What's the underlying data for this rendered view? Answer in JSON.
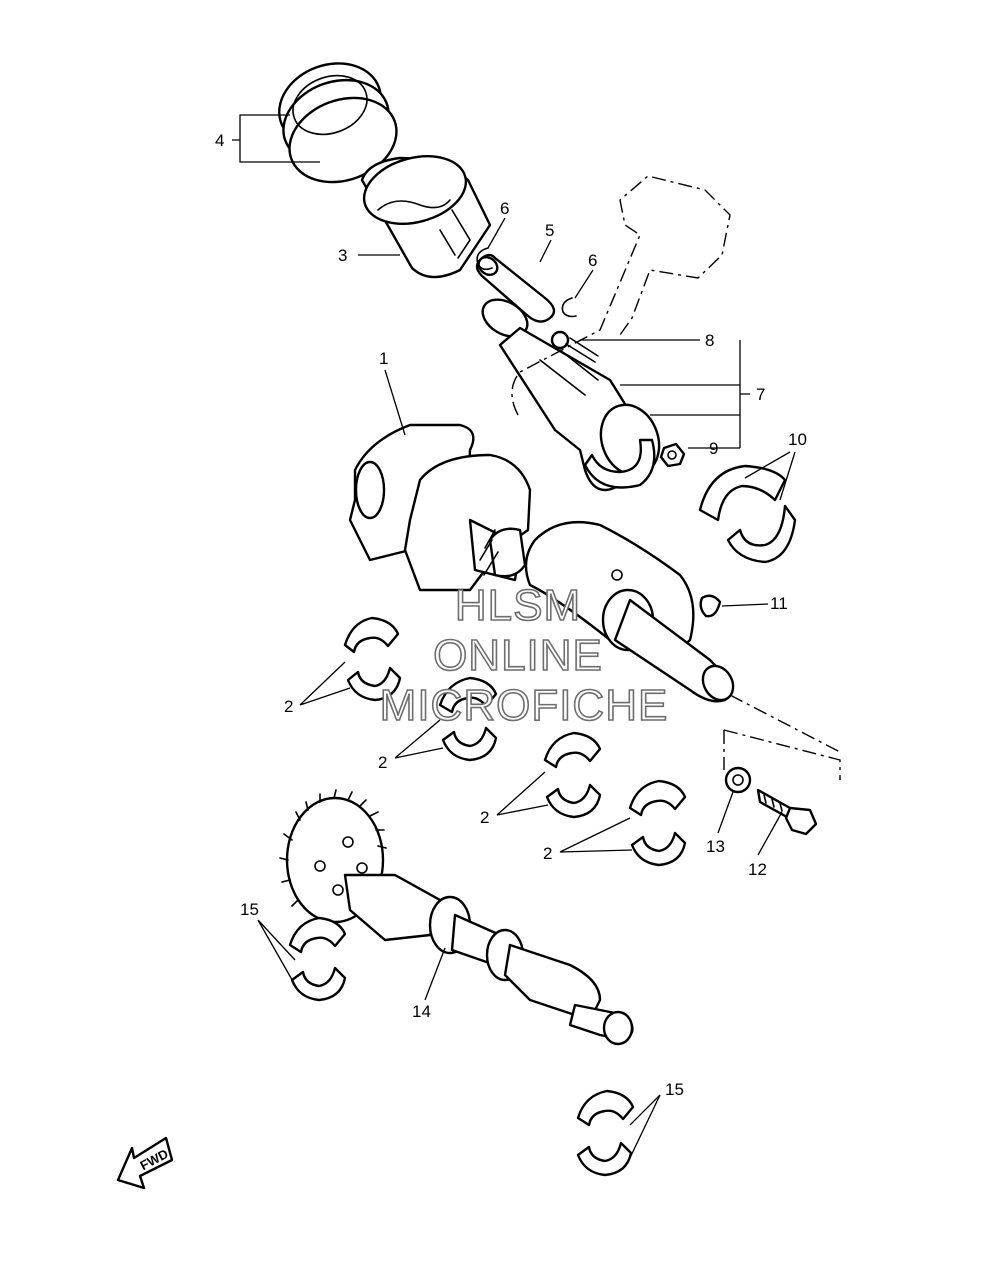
{
  "callouts": {
    "c1": "1",
    "c2a": "2",
    "c2b": "2",
    "c2c": "2",
    "c2d": "2",
    "c3": "3",
    "c4": "4",
    "c5": "5",
    "c6a": "6",
    "c6b": "6",
    "c7": "7",
    "c8": "8",
    "c9": "9",
    "c10": "10",
    "c11": "11",
    "c12": "12",
    "c13": "13",
    "c14": "14",
    "c15a": "15",
    "c15b": "15"
  },
  "watermark": {
    "line1": "HLSM",
    "line2": "ONLINE",
    "line3": "MICROFICHE"
  },
  "direction": {
    "label": "FWD"
  }
}
